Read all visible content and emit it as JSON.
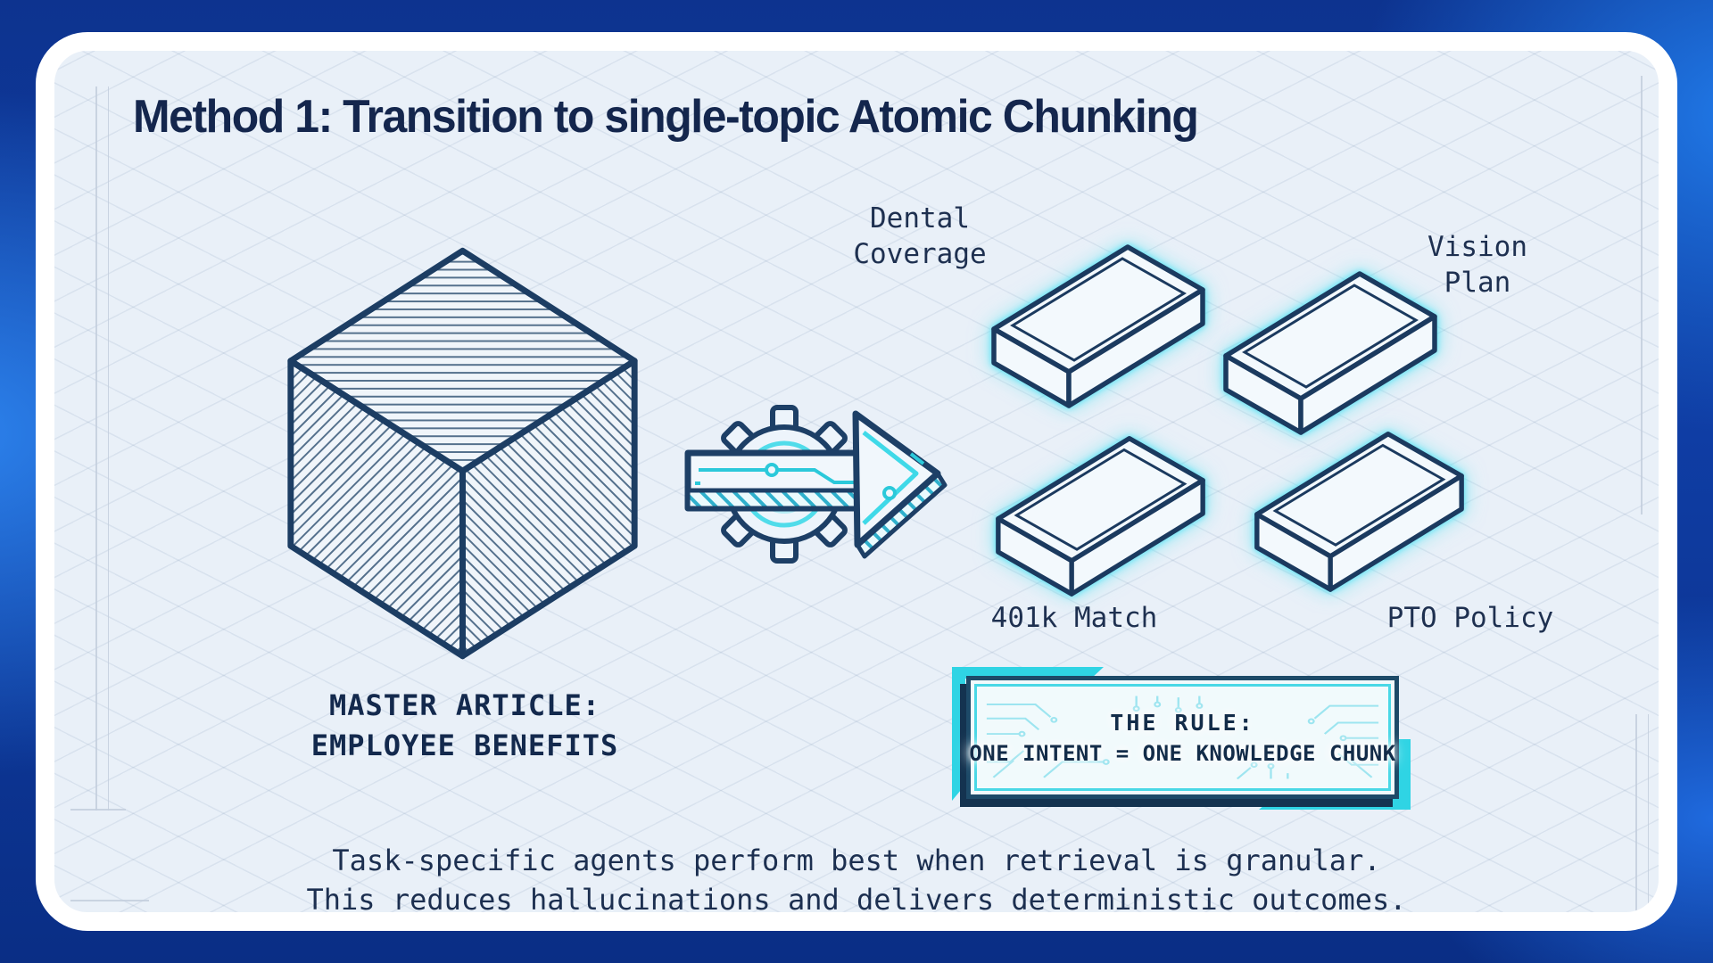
{
  "title": "Method 1: Transition to single-topic Atomic Chunking",
  "master_article": {
    "icon": "hatched-cube-icon",
    "label": "MASTER ARTICLE:\nEMPLOYEE BENEFITS"
  },
  "transform": {
    "icon": "gear-circuit-arrow-icon"
  },
  "chunks": [
    {
      "icon": "knowledge-brick-icon",
      "label": "Dental\nCoverage"
    },
    {
      "icon": "knowledge-brick-icon",
      "label": "Vision\nPlan"
    },
    {
      "icon": "knowledge-brick-icon",
      "label": "401k Match"
    },
    {
      "icon": "knowledge-brick-icon",
      "label": "PTO Policy"
    }
  ],
  "rule_box": {
    "line1": "THE RULE:",
    "line2": "ONE INTENT = ONE KNOWLEDGE CHUNK"
  },
  "caption": {
    "line1": "Task-specific agents perform best when retrieval is granular.",
    "line2": "This reduces hallucinations and delivers deterministic outcomes."
  },
  "colors": {
    "navy_ink": "#15294f",
    "cyan_accent": "#2fd4e4",
    "panel_bg": "#e9f0f8",
    "outer_blue_bright": "#1e78e8",
    "outer_blue_dark": "#0a2f87"
  }
}
